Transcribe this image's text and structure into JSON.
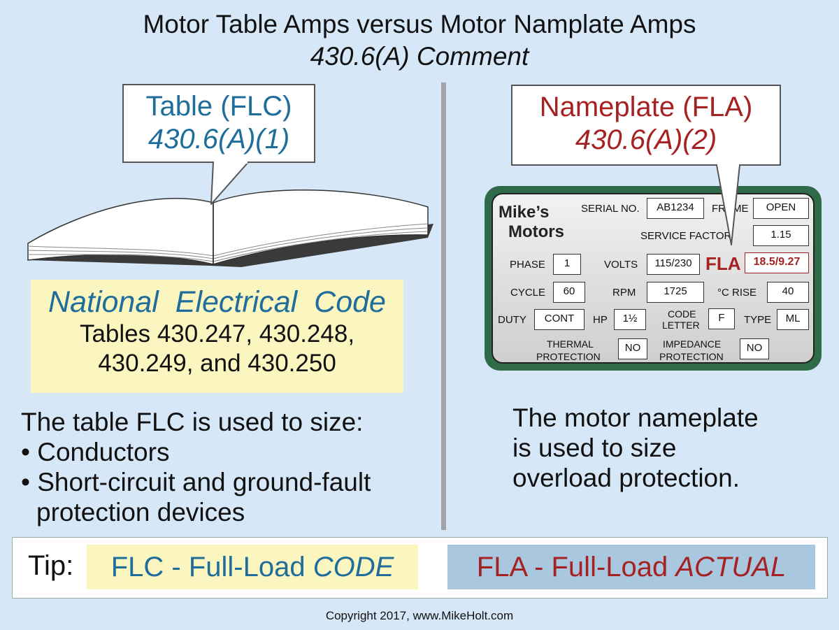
{
  "title": "Motor Table Amps versus Motor Namplate Amps",
  "subtitle": "430.6(A) Comment",
  "left_callout": {
    "line1": "Table (FLC)",
    "line2": "430.6(A)(1)"
  },
  "right_callout": {
    "line1": "Nameplate (FLA)",
    "line2": "430.6(A)(2)"
  },
  "nec": {
    "title": "National Electrical Code",
    "line1": "Tables 430.247, 430.248,",
    "line2": "430.249, and 430.250"
  },
  "left_text": {
    "intro": "The table FLC is used to size:",
    "bullet1": "• Conductors",
    "bullet2": "• Short-circuit and ground-fault",
    "bullet2_cont": "protection devices"
  },
  "right_text": {
    "line1": "The motor nameplate",
    "line2": "is used to size",
    "line3": "overload protection."
  },
  "nameplate": {
    "brand1": "Mike’s",
    "brand2": "Motors",
    "serial_label": "SERIAL NO.",
    "serial": "AB1234",
    "frame_label": "FRAME",
    "frame": "OPEN",
    "service_factor_label": "SERVICE FACTOR",
    "service_factor": "1.15",
    "phase_label": "PHASE",
    "phase": "1",
    "volts_label": "VOLTS",
    "volts": "115/230",
    "fla_label": "FLA",
    "fla": "18.5/9.27",
    "cycle_label": "CYCLE",
    "cycle": "60",
    "rpm_label": "RPM",
    "rpm": "1725",
    "rise_label": "°C RISE",
    "rise": "40",
    "duty_label": "DUTY",
    "duty": "CONT",
    "hp_label": "HP",
    "hp": "1½",
    "code_letter_label1": "CODE",
    "code_letter_label2": "LETTER",
    "code_letter": "F",
    "type_label": "TYPE",
    "type": "ML",
    "thermal_label1": "THERMAL",
    "thermal_label2": "PROTECTION",
    "thermal": "NO",
    "impedance_label1": "IMPEDANCE",
    "impedance_label2": "PROTECTION",
    "impedance": "NO"
  },
  "tip": {
    "label": "Tip:",
    "flc": "FLC - Full-Load ",
    "flc_em": "CODE",
    "fla": "FLA - Full-Load ",
    "fla_em": "ACTUAL"
  },
  "copyright": "Copyright 2017, www.MikeHolt.com",
  "colors": {
    "background": "#d6e8f8",
    "blue_text": "#1f6d9a",
    "red_text": "#a62222",
    "highlight_yellow": "#fbf5c0",
    "highlight_blue": "#a9c8e0",
    "plate_green": "#2f6a49"
  }
}
